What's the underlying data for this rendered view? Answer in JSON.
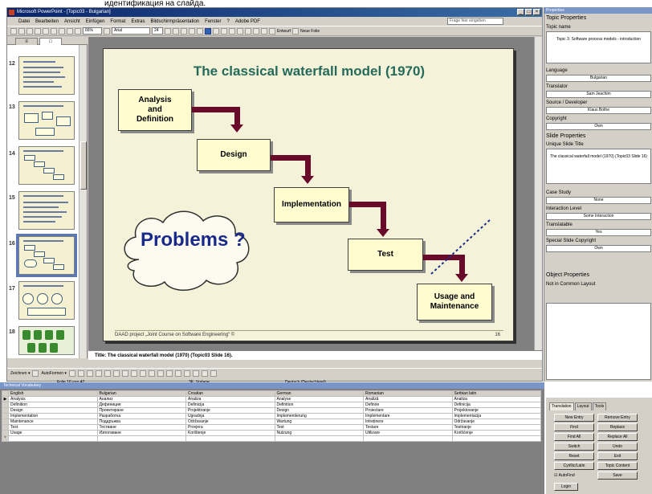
{
  "caption": "идентификация на слайда.",
  "window": {
    "title": "Microsoft PowerPoint - [Topic03 - Bulgarian]",
    "buttons": [
      "_",
      "□",
      "×"
    ],
    "menu": [
      "Datei",
      "Bearbeiten",
      "Ansicht",
      "Einfügen",
      "Format",
      "Extras",
      "Bildschirmpräsentation",
      "Fenster",
      "?",
      "Adobe PDF"
    ],
    "help_placeholder": "Frage hier eingeben",
    "font_name": "Arial",
    "font_size": "24",
    "zoom": "66%",
    "toolbar_right": [
      "Entwurf",
      "Neue Folie"
    ]
  },
  "left_panel": {
    "tab_labels": [
      "≡",
      "□"
    ],
    "slide_numbers": [
      "12",
      "13",
      "14",
      "15",
      "16",
      "17",
      "18"
    ],
    "selected_slide": "16"
  },
  "slide": {
    "title": "The classical waterfall model (1970)",
    "boxes": {
      "analysis": "Analysis\nand\nDefinition",
      "design": "Design",
      "implementation": "Implementation",
      "test": "Test",
      "usage": "Usage and\nMaintenance"
    },
    "problems": "Problems ?",
    "footer": "DAAD project „Joint Course on Software Engineering“ ©",
    "page": "16"
  },
  "notes_text": "Title: The classical waterfall model (1970) (Topic03 Slide 16).",
  "drawbar": {
    "zeichnen": "Zeichnen ▾",
    "autoformen": "AutoFormen ▾"
  },
  "status": {
    "slide": "Folie 16 von 42",
    "design": "3E_Vorlage",
    "language": "Deutsch (Deutschland)"
  },
  "properties": {
    "panel_title": "Properties",
    "topic_header": "Topic Properties",
    "topic_name_label": "Topic name",
    "topic_name_value": "Topic 3: Software process models - introduction",
    "language_label": "Language",
    "language_value": "Bulgarian",
    "translator_label": "Translator",
    "translator_value": "Sam Jeachim",
    "source_label": "Source / Developer",
    "source_value": "Klaus Bothe",
    "copyright_label": "Copyright",
    "copyright_value": "Own",
    "slide_header": "Slide Properties",
    "unique_title_label": "Unique Slide Title",
    "unique_title_value": "The classical waterfall model (1970) (Topic03 Slide 16)",
    "case_study_label": "Case Study",
    "case_study_value": "None",
    "interaction_label": "Interaction Level",
    "interaction_value": "Some Interaction",
    "translatable_label": "Translatable",
    "translatable_value": "Yes",
    "special_copyright_label": "Special Slide Copyright",
    "special_copyright_value": "Own",
    "object_header": "Object Properties",
    "object_value": "Not in Common Layout"
  },
  "dictionary": {
    "title": "Technical Vocabulary",
    "columns": [
      "English",
      "Bulgarian",
      "Croatian",
      "German",
      "Romanian",
      "Serbian latin"
    ],
    "rows": [
      [
        "Analysis",
        "Анализ",
        "Analiza",
        "Analyse",
        "Analiză",
        "Analiza"
      ],
      [
        "Definition",
        "Дефиниция",
        "Definicija",
        "Definition",
        "Definire",
        "Definicija"
      ],
      [
        "Design",
        "Проектиране",
        "Projektiranje",
        "Design",
        "Proiectare",
        "Projektovanje"
      ],
      [
        "Implementation",
        "Разработка",
        "Ugradnja",
        "Implementierung",
        "Implementare",
        "Implementacija"
      ],
      [
        "Maintenance",
        "Поддръжка",
        "Održavanje",
        "Wartung",
        "Întreținere",
        "Održavanje"
      ],
      [
        "Test",
        "Тестване",
        "Provjera",
        "Test",
        "Testare",
        "Testiranje"
      ],
      [
        "Usage",
        "Използване",
        "Korištenje",
        "Nutzung",
        "Utilizare",
        "Korišćenje"
      ]
    ],
    "row_marker": "▶",
    "new_marker": "*"
  },
  "translation_panel": {
    "tabs": [
      "Translation",
      "Layout",
      "Tools"
    ],
    "buttons": [
      [
        "New Entry",
        "Remove Entry"
      ],
      [
        "Find",
        "Replace"
      ],
      [
        "Find All",
        "Replace All"
      ],
      [
        "Switch",
        "Undo"
      ],
      [
        "Reset",
        "Exit"
      ],
      [
        "Cyrillic/Latin",
        "Topic Content"
      ]
    ],
    "autofind_label": "AutoFind",
    "save_label": "Save",
    "login_label": "Login"
  }
}
